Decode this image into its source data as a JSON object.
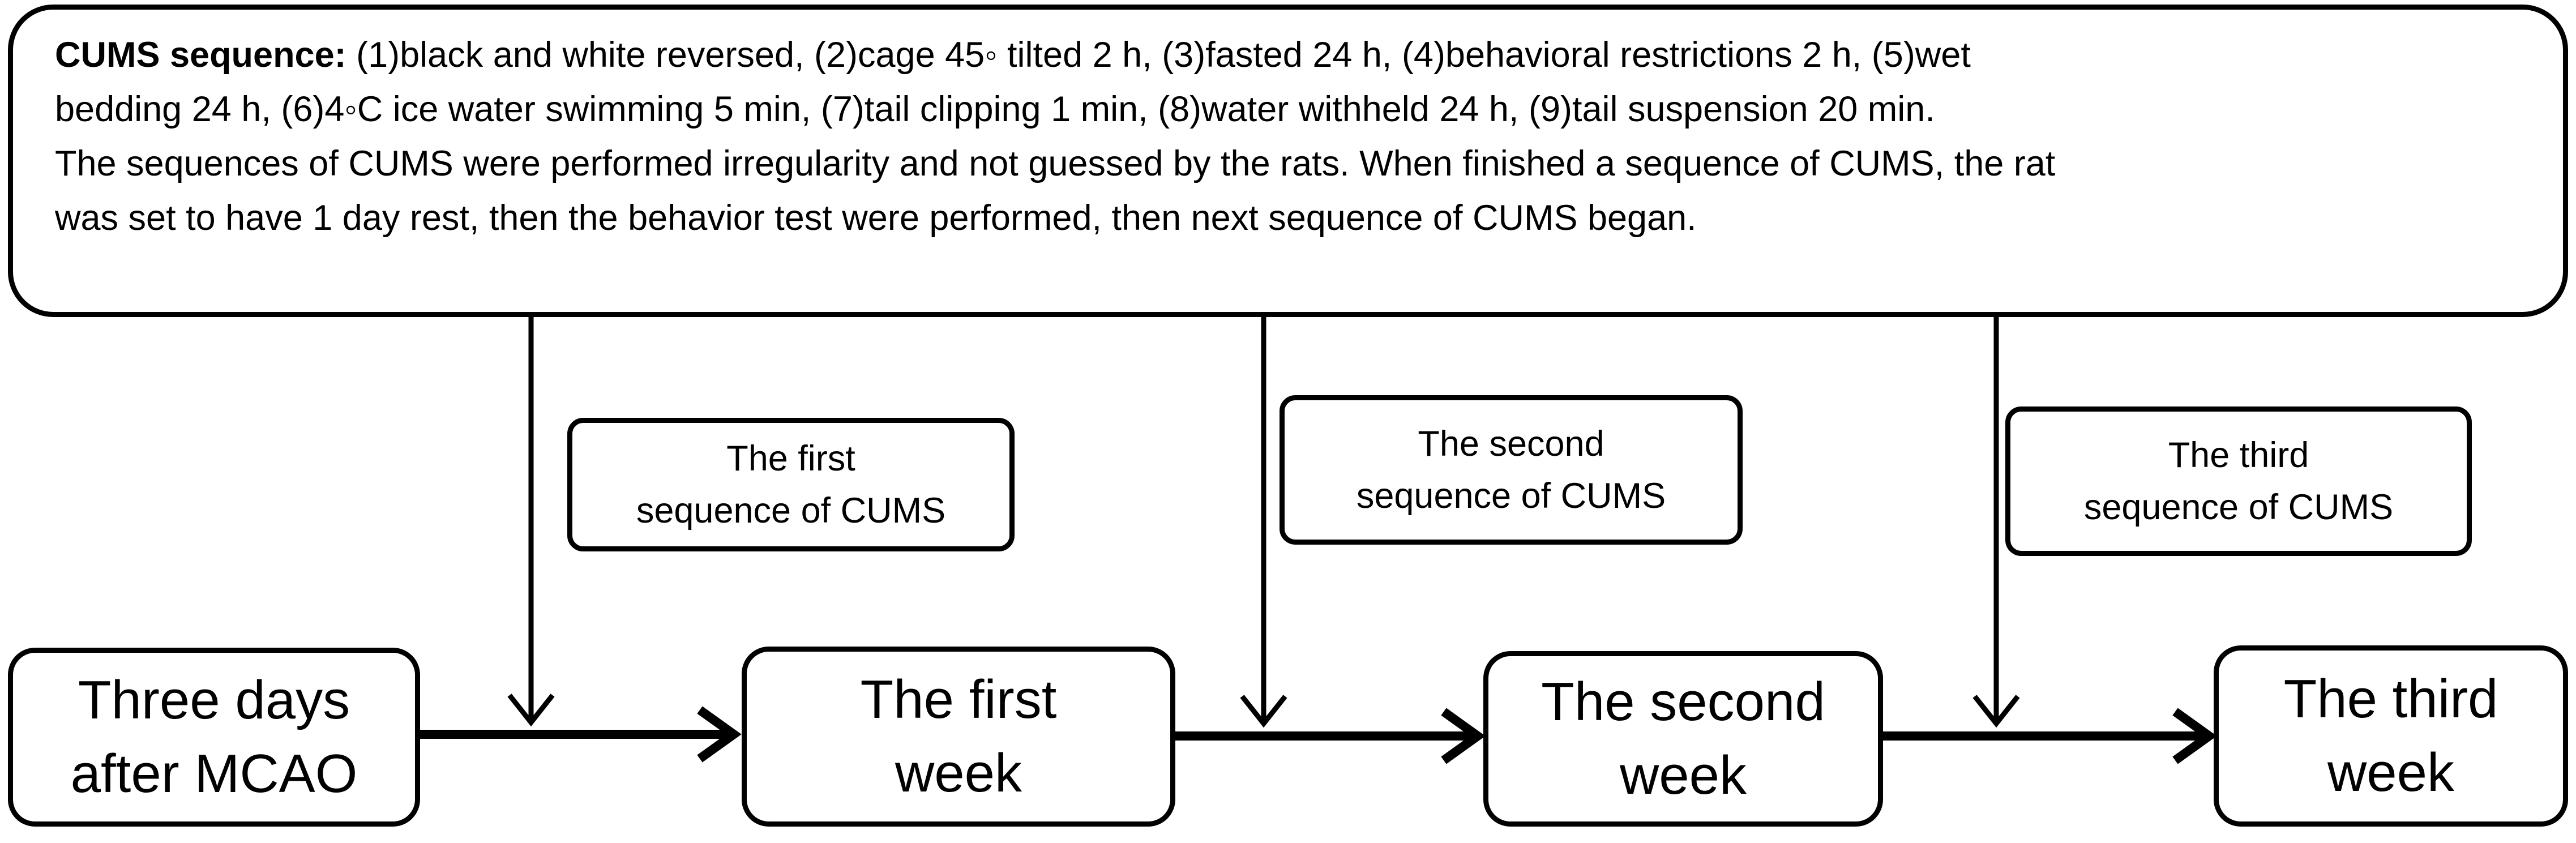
{
  "cums_box": {
    "lead": "CUMS  sequence:",
    "steps_line_1": " (1)black and white reversed,  (2)cage 45◦ tilted 2 h, (3)fasted 24 h, (4)behavioral restrictions 2 h, (5)wet",
    "steps_line_2": "bedding 24 h, (6)4◦C ice water swimming 5 min, (7)tail clipping 1 min, (8)water withheld 24 h, (9)tail suspension 20 min.",
    "note_line_1": "The sequences of CUMS were performed irregularity and not guessed by the rats. When finished a sequence of CUMS, the rat",
    "note_line_2": "was set to have  1 day rest, then the behavior test were performed, then next sequence of CUMS began."
  },
  "sequence_labels": [
    {
      "line1": "The first",
      "line2": "sequence of CUMS"
    },
    {
      "line1": "The second",
      "line2": "sequence of  CUMS"
    },
    {
      "line1": "The third",
      "line2": "sequence of  CUMS"
    }
  ],
  "timeline": [
    {
      "line1": "Three days",
      "line2": "after MCAO"
    },
    {
      "line1": "The first",
      "line2": "week"
    },
    {
      "line1": "The second",
      "line2": "week"
    },
    {
      "line1": "The third",
      "line2": "week"
    }
  ],
  "colors": {
    "stroke": "#000000",
    "background": "#ffffff"
  }
}
